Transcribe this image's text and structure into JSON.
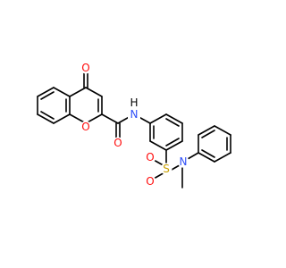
{
  "colors": {
    "carbon": "#000000",
    "oxygen": "#ff0d0d",
    "nitrogen": "#3050f8",
    "sulfur": "#c8a000",
    "background": "#ffffff"
  },
  "atoms": {
    "ketone_o": "O",
    "ring_o": "O",
    "amide_o": "O",
    "amide_n": "N",
    "amide_h": "H",
    "sulfur": "S",
    "sulfonyl_o_top": "O",
    "sulfonyl_o_bottom": "O",
    "sulfonamide_n": "N"
  }
}
